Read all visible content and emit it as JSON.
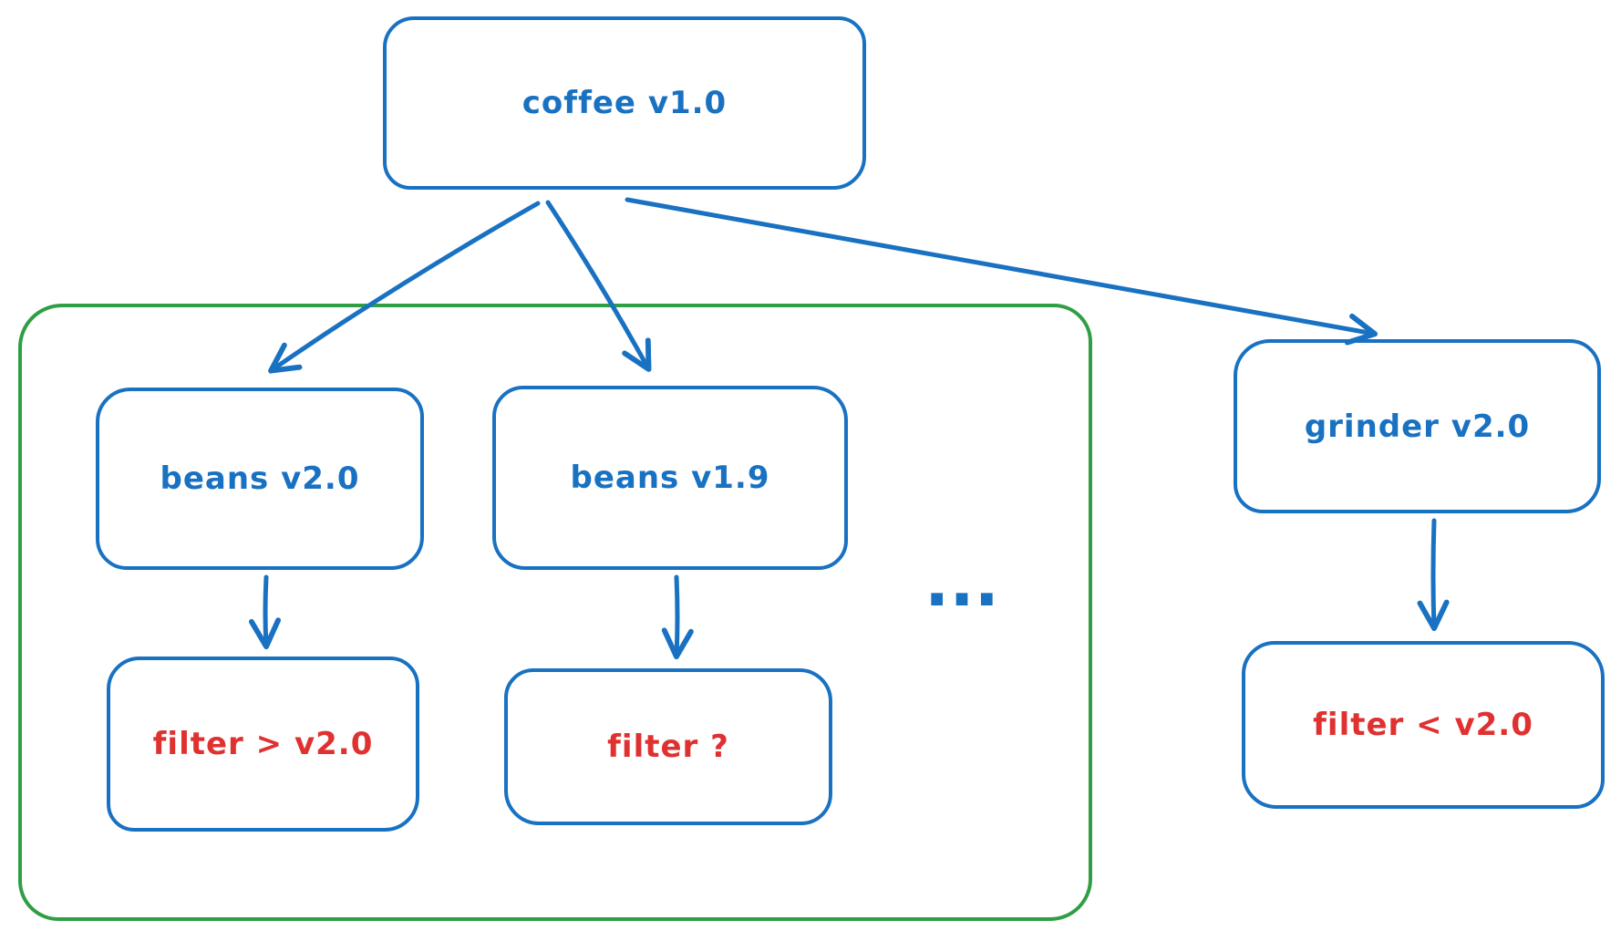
{
  "diagram": {
    "kind": "dependency-tree-sketch",
    "nodes": {
      "coffee": {
        "label": "coffee v1.0"
      },
      "beans_v2": {
        "label": "beans v2.0"
      },
      "beans_v19": {
        "label": "beans v1.9"
      },
      "filter_gt": {
        "label": "filter > v2.0"
      },
      "filter_q": {
        "label": "filter ?"
      },
      "grinder": {
        "label": "grinder v2.0"
      },
      "filter_lt": {
        "label": "filter < v2.0"
      },
      "ellipsis": {
        "label": "..."
      }
    },
    "edges": [
      {
        "from": "coffee",
        "to": "beans_v2"
      },
      {
        "from": "coffee",
        "to": "beans_v19"
      },
      {
        "from": "coffee",
        "to": "grinder"
      },
      {
        "from": "beans_v2",
        "to": "filter_gt"
      },
      {
        "from": "beans_v19",
        "to": "filter_q"
      },
      {
        "from": "grinder",
        "to": "filter_lt"
      }
    ],
    "groups": {
      "beans_versions_group": {
        "members": [
          "beans_v2",
          "beans_v19",
          "filter_gt",
          "filter_q"
        ],
        "stroke": "#2f9e44"
      }
    },
    "colors": {
      "node_stroke": "#1971c2",
      "node_text": "#1971c2",
      "constraint_text": "#e03131",
      "group_stroke": "#2f9e44",
      "arrow": "#1971c2",
      "background": "#ffffff"
    }
  }
}
